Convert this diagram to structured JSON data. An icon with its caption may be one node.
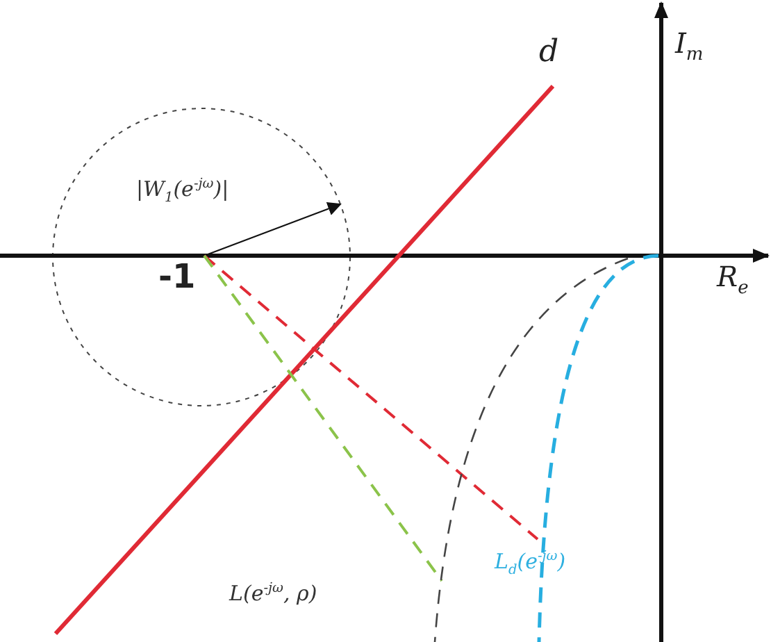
{
  "diagram": {
    "labels": [
      "d",
      "I$_{m}$",
      "R$_{e}$",
      "-1",
      "|W$_{1}$(e$^{-jω}$)|",
      "L(e$^{-jω}$, ρ)",
      "L$_{d}$(e$^{-jω}$)"
    ]
  }
}
